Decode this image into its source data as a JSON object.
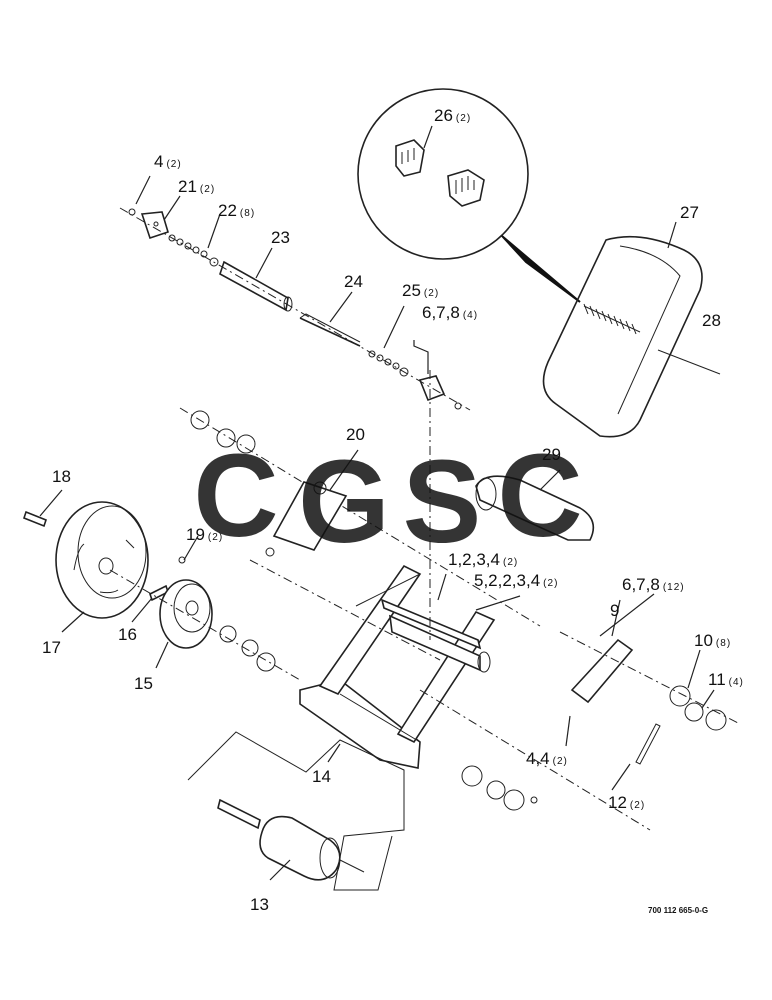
{
  "watermark": {
    "letters": [
      "C",
      "G",
      "S",
      "C"
    ],
    "colors": [
      "#4f8ff0",
      "#f16b6b",
      "#f2cf3d",
      "#5bbf88"
    ]
  },
  "drawing_code": "700 112 665-0-G",
  "callouts": [
    {
      "id": "c26",
      "num": "26",
      "qty": "(2)"
    },
    {
      "id": "c4a",
      "num": "4",
      "qty": "(2)"
    },
    {
      "id": "c21",
      "num": "21",
      "qty": "(2)"
    },
    {
      "id": "c22",
      "num": "22",
      "qty": "(8)"
    },
    {
      "id": "c23",
      "num": "23",
      "qty": ""
    },
    {
      "id": "c24",
      "num": "24",
      "qty": ""
    },
    {
      "id": "c25",
      "num": "25",
      "qty": "(2)"
    },
    {
      "id": "c678a",
      "num": "6,7,8",
      "qty": "(4)"
    },
    {
      "id": "c27",
      "num": "27",
      "qty": ""
    },
    {
      "id": "c28",
      "num": "28",
      "qty": ""
    },
    {
      "id": "c20",
      "num": "20",
      "qty": ""
    },
    {
      "id": "c29",
      "num": "29",
      "qty": ""
    },
    {
      "id": "c18",
      "num": "18",
      "qty": ""
    },
    {
      "id": "c19",
      "num": "19",
      "qty": "(2)"
    },
    {
      "id": "c1234",
      "num": "1,2,3,4",
      "qty": "(2)"
    },
    {
      "id": "c52234",
      "num": "5,2,2,3,4",
      "qty": "(2)"
    },
    {
      "id": "c678b",
      "num": "6,7,8",
      "qty": "(12)"
    },
    {
      "id": "c9",
      "num": "9",
      "qty": ""
    },
    {
      "id": "c10",
      "num": "10",
      "qty": "(8)"
    },
    {
      "id": "c11",
      "num": "11",
      "qty": "(4)"
    },
    {
      "id": "c17",
      "num": "17",
      "qty": ""
    },
    {
      "id": "c16",
      "num": "16",
      "qty": ""
    },
    {
      "id": "c15",
      "num": "15",
      "qty": ""
    },
    {
      "id": "c14",
      "num": "14",
      "qty": ""
    },
    {
      "id": "c44",
      "num": "4,4",
      "qty": "(2)"
    },
    {
      "id": "c12",
      "num": "12",
      "qty": "(2)"
    },
    {
      "id": "c13",
      "num": "13",
      "qty": ""
    }
  ]
}
